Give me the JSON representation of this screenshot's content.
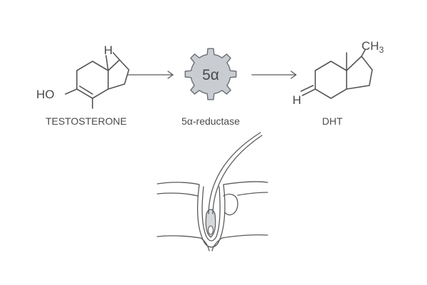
{
  "molecules": {
    "testosterone": {
      "label": "TESTOSTERONE",
      "atom_ho": "HO",
      "atom_h": "H"
    },
    "enzyme": {
      "label": "5α-reductase",
      "gear_text": "5α"
    },
    "dht": {
      "label": "DHT",
      "atom_ch3": "CH",
      "atom_ch3_sub": "3",
      "atom_h": "H"
    }
  },
  "colors": {
    "line": "#555555",
    "gear_fill": "#c9cdd2",
    "gear_stroke": "#6b7077",
    "follicle_fill": "#d4d8dc"
  }
}
